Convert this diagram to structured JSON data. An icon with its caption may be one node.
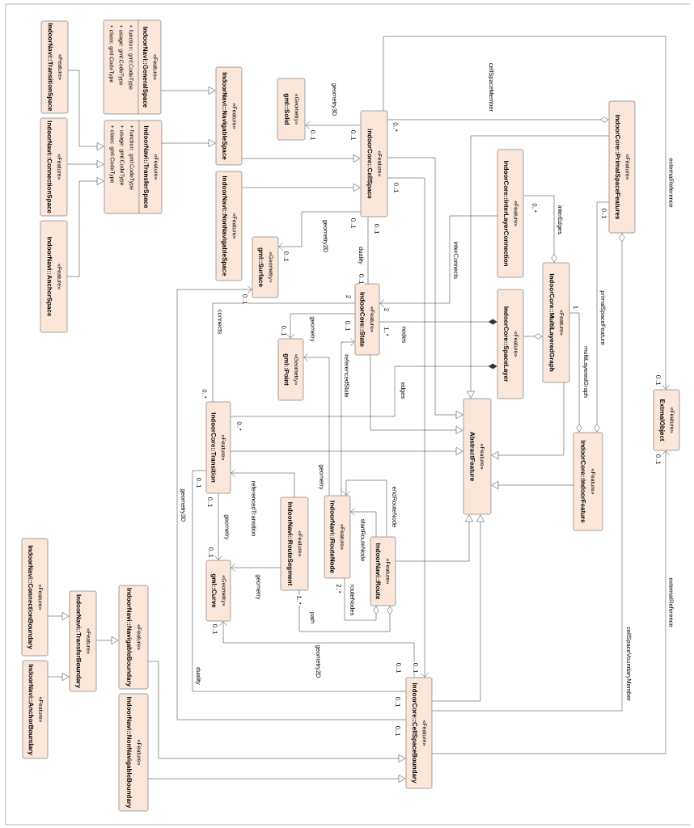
{
  "diagram": {
    "nodes": [
      {
        "text": [
          "«Feature»",
          "IndoorNavi::TransitionSpace"
        ]
      },
      {
        "text": [
          "«Feature»",
          "IndoorNavi::ConnectionSpace"
        ]
      },
      {
        "text": [
          "«Feature»",
          "IndoorNavi::AnchorSpace"
        ]
      },
      {
        "text": [
          "«Feature»",
          "IndoorNavi::GeneralSpace",
          "+ function: gml:CodeType",
          "+ usage: gml:CodeType",
          "+ class: gml:CodeType"
        ]
      },
      {
        "text": [
          "«Feature»",
          "IndoorNavi::TransferSpace",
          "+ function: gml:CodeType",
          "+ usage: gml:CodeType",
          "+ class: gml:CodeType"
        ]
      },
      {
        "text": [
          "«Feature»",
          "IndoorNavi::NavigableSpace"
        ]
      },
      {
        "text": [
          "«Feature»",
          "IndoorNavi::NonNavigableSpace"
        ]
      },
      {
        "text": [
          "«Geometry»",
          "gml::Solid"
        ]
      },
      {
        "text": [
          "«Geometry»",
          "gml::Surface"
        ]
      },
      {
        "text": [
          "«Feature»",
          "indoorCore::CellSpace"
        ]
      },
      {
        "text": [
          "«Feature»",
          "IndoorCore::PrimalSpaceFeatures"
        ]
      },
      {
        "text": [
          "«Feature»",
          "IndoorCore::InterLayerConnection"
        ]
      },
      {
        "text": [
          "«Feature»",
          "IndoorCore::MultiLayeredGraph"
        ]
      },
      {
        "text": [
          "«Feature»",
          "IndoorCore::SpaceLayer"
        ]
      },
      {
        "text": [
          "«Feature»",
          "IndoorCore::State"
        ]
      },
      {
        "text": [
          "«Geometry»",
          "gml::Point"
        ]
      },
      {
        "text": [
          "«Feature»",
          "ExtrnalObject"
        ]
      },
      {
        "text": [
          "«Feature»",
          "AbstractFeature"
        ]
      },
      {
        "text": [
          "«Feature»",
          "IndoorCore::IndoorFeature"
        ]
      },
      {
        "text": [
          "«Feature»",
          "IndoorCore::Transition"
        ]
      },
      {
        "text": [
          "«Feature»",
          "IndoorNavi::RouteNode"
        ]
      },
      {
        "text": [
          "«Feature»",
          "IndoorNavi::RouteSegment"
        ]
      },
      {
        "text": [
          "«Feature»",
          "IndoorNavi::Route"
        ]
      },
      {
        "text": [
          "«Geometry»",
          "gml::Curve"
        ]
      },
      {
        "text": [
          "«Feature»",
          "IndoorNavi::ConnectionBoundary"
        ]
      },
      {
        "text": [
          "«Feature»",
          "IndoorNavi::AnchorBoundary"
        ]
      },
      {
        "text": [
          "«Feature»",
          "IndoorNavi::TransferBoundary"
        ]
      },
      {
        "text": [
          "«Feature»",
          "IndoorNavi::NavigableBoundary"
        ]
      },
      {
        "text": [
          "«Feature»",
          "IndoorNavi::NonNavigableBoundary"
        ]
      },
      {
        "text": [
          "«Feature»",
          "IndoorCore::CellSpaceBoundary"
        ]
      }
    ],
    "edges": [
      {
        "from": 0,
        "to": 4,
        "arrow": "to"
      },
      {
        "from": 1,
        "to": 4,
        "arrow": "to"
      },
      {
        "from": 2,
        "to": 4,
        "arrow": "to"
      },
      {
        "from": 3,
        "to": 5,
        "arrow": "to"
      },
      {
        "from": 4,
        "to": 5,
        "arrow": "to"
      },
      {
        "from": 5,
        "to": 9,
        "arrow": "to"
      },
      {
        "from": 6,
        "to": 9,
        "arrow": "to"
      },
      {
        "from": 9,
        "to": 7,
        "arrow": "to",
        "label": "geometry3D"
      },
      {
        "from": 9,
        "to": 8,
        "arrow": "to",
        "label": "geometry2D"
      },
      {
        "from": 10,
        "to": 9,
        "arrow": "other",
        "label": "cellSpaceMember"
      },
      {
        "from": 9,
        "to": 16,
        "arrow": "to",
        "label": "externalReference"
      },
      {
        "from": 29,
        "to": 16,
        "arrow": "to",
        "label": "externalReference"
      },
      {
        "from": 9,
        "to": 14,
        "arrow": "none",
        "label": "duality"
      },
      {
        "from": 9,
        "to": 29,
        "arrow": "to"
      },
      {
        "from": 9,
        "to": 17,
        "arrow": "to"
      },
      {
        "from": 10,
        "to": 17,
        "arrow": "to"
      },
      {
        "from": 14,
        "to": 17,
        "arrow": "to"
      },
      {
        "from": 19,
        "to": 17,
        "arrow": "to"
      },
      {
        "from": 12,
        "to": 17,
        "arrow": "to"
      },
      {
        "from": 18,
        "to": 17,
        "arrow": "to"
      },
      {
        "from": 22,
        "to": 17,
        "arrow": "to"
      },
      {
        "from": 29,
        "to": 17,
        "arrow": "to"
      },
      {
        "from": 13,
        "to": 14,
        "arrow": "other",
        "label": "nodes"
      },
      {
        "from": 13,
        "to": 19,
        "arrow": "other",
        "label": "edges"
      },
      {
        "from": 12,
        "to": 13,
        "arrow": "other"
      },
      {
        "from": 12,
        "to": 11,
        "arrow": "other",
        "label": "interEdges"
      },
      {
        "from": 11,
        "to": 14,
        "arrow": "to",
        "label": "interConnects"
      },
      {
        "from": 18,
        "to": 12,
        "arrow": "other",
        "label": "multiLayeredGraph"
      },
      {
        "from": 18,
        "to": 10,
        "arrow": "other",
        "label": "primalSpaceFeature"
      },
      {
        "from": 10,
        "to": 29,
        "arrow": "other",
        "label": "cellSpaceVoundaryMember"
      },
      {
        "from": 19,
        "to": 14,
        "arrow": "none",
        "label": "connects"
      },
      {
        "from": 14,
        "to": 15,
        "arrow": "to",
        "label": "geometry"
      },
      {
        "from": 20,
        "to": 14,
        "arrow": "to",
        "label": "referencedState"
      },
      {
        "from": 20,
        "to": 15,
        "arrow": "to",
        "label": "geometry"
      },
      {
        "from": 19,
        "to": 23,
        "arrow": "to",
        "label": "geometry"
      },
      {
        "from": 21,
        "to": 19,
        "arrow": "to",
        "label": "referencedTransition"
      },
      {
        "from": 21,
        "to": 23,
        "arrow": "to",
        "label": "geometry"
      },
      {
        "from": 22,
        "to": 21,
        "arrow": "other",
        "label": "path"
      },
      {
        "from": 22,
        "to": 20,
        "arrow": "other",
        "label": "routeNodes"
      },
      {
        "from": 22,
        "to": 20,
        "arrow": "to",
        "label": "startRouteNode"
      },
      {
        "from": 22,
        "to": 20,
        "arrow": "to",
        "label": "endRouteNode"
      },
      {
        "from": 19,
        "to": 29,
        "arrow": "none",
        "label": "duality"
      },
      {
        "from": 29,
        "to": 8,
        "arrow": "to",
        "label": "geometry3D"
      },
      {
        "from": 29,
        "to": 23,
        "arrow": "to",
        "label": "geometry2D"
      },
      {
        "from": 24,
        "to": 26,
        "arrow": "to"
      },
      {
        "from": 25,
        "to": 26,
        "arrow": "to"
      },
      {
        "from": 26,
        "to": 27,
        "arrow": "to"
      },
      {
        "from": 27,
        "to": 29,
        "arrow": "to"
      },
      {
        "from": 28,
        "to": 29,
        "arrow": "to"
      }
    ],
    "labels": [
      "0..1",
      "0..1",
      "0..1",
      "0..1",
      "0..*",
      "0..1",
      "0..1",
      "0..1",
      "0..1",
      "0..*",
      "0..1",
      "1",
      "2",
      "1..*",
      "0..1",
      "2",
      "0..1",
      "0..1",
      "0..*",
      "0..*",
      "0..1",
      "0..1",
      "0..1",
      "2..*",
      "1..*",
      "0..1",
      "0..1",
      "0..1",
      "0..1",
      "0..1",
      "0..1"
    ]
  }
}
